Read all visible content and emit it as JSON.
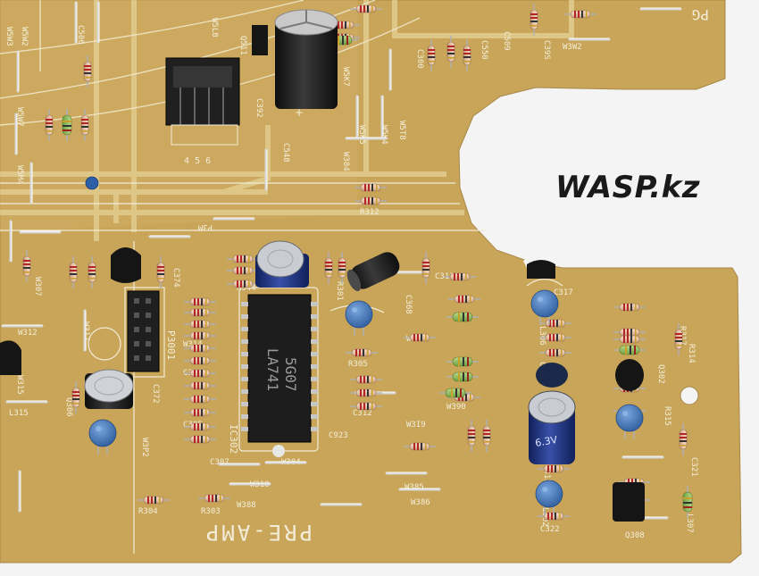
{
  "watermark": "WASP.kz",
  "board_labels": {
    "section": "PRE-AMP",
    "corner": "PG",
    "ic_part": "LA741",
    "ic_code": "5G07",
    "ic_ref": "IC302",
    "conn_ref": "P3001",
    "conn_pins": "4 5 6",
    "cap_value": "6.3V"
  },
  "silkscreen_refs": [
    "W5W3",
    "W5W2",
    "C506",
    "W5W7",
    "W5L8",
    "W5N1",
    "Q511",
    "C392",
    "C548",
    "W384",
    "W5K7",
    "W5K5",
    "W5K4",
    "W5T8",
    "C300",
    "C550",
    "C509",
    "C39S",
    "W3W2",
    "W5M4",
    "R312",
    "P3M",
    "W307",
    "C374",
    "R344",
    "R301",
    "C368",
    "C311",
    "W312",
    "W317",
    "W315",
    "Q306",
    "C372",
    "W3P2",
    "L315",
    "W314",
    "C303",
    "C305",
    "C307",
    "W304",
    "W306",
    "R305",
    "C312",
    "C923",
    "W390",
    "C947",
    "R310",
    "W385",
    "W386",
    "W388",
    "W310",
    "R303",
    "R304",
    "C317",
    "L306",
    "R317",
    "R314",
    "Q302",
    "R315",
    "C321",
    "C322",
    "L307",
    "Q308",
    "L302",
    "C313",
    "C319",
    "W3I9"
  ],
  "colors": {
    "pcb": "#c8a558",
    "pcb_light": "#d2b068",
    "trace": "#e4cf95",
    "silk": "#f2ecd8",
    "background": "#f4f4f4",
    "cap_blue": "#3d6fb0",
    "ic_black": "#1d1d1d"
  }
}
